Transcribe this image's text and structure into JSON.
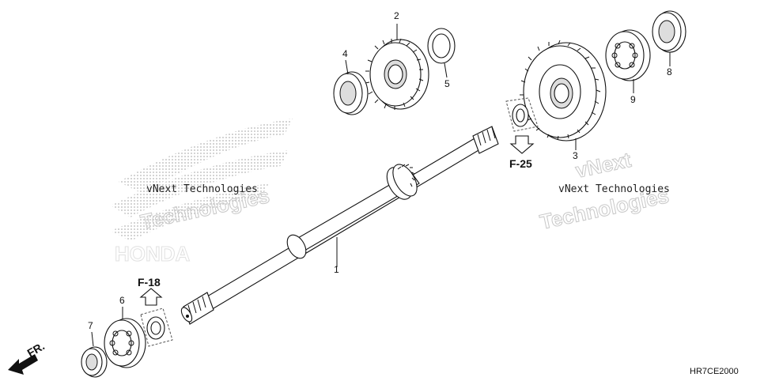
{
  "callouts": {
    "c1": "1",
    "c2": "2",
    "c3": "3",
    "c4": "4",
    "c5": "5",
    "c6": "6",
    "c7": "7",
    "c8": "8",
    "c9": "9"
  },
  "refs": {
    "f18": "F-18",
    "f25": "F-25"
  },
  "direction_label": "FR.",
  "diagram_code": "HR7CE2000",
  "watermarks": {
    "left_small": "vNext Technologies",
    "left_big": "Technologies",
    "left_brand": "HONDA",
    "right_top": "vNext",
    "right_small": "vNext Technologies",
    "right_big": "Technologies"
  }
}
